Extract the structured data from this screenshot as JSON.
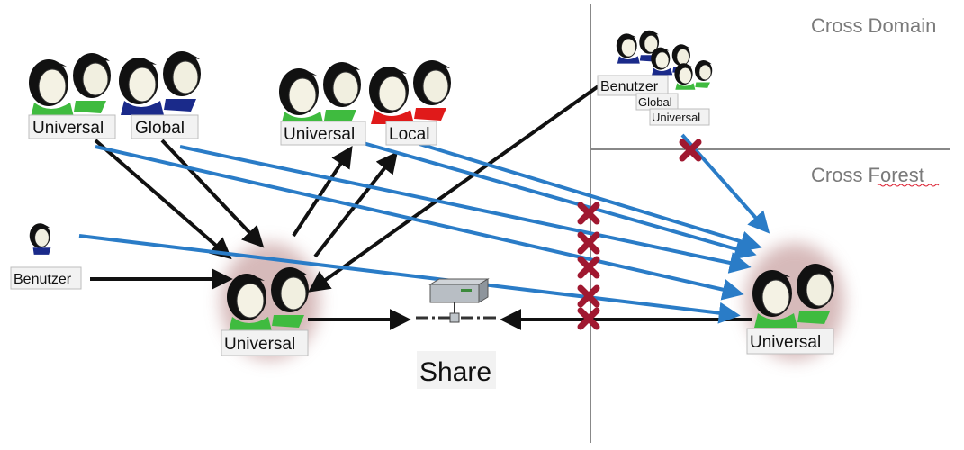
{
  "zones": {
    "cross_domain": "Cross Domain",
    "cross_forest": "Cross Forest"
  },
  "groups": {
    "universal_1": "Universal",
    "global_1": "Global",
    "universal_2": "Universal",
    "local": "Local",
    "benutzer_left": "Benutzer",
    "universal_center": "Universal",
    "benutzer_top_right": "Benutzer",
    "global_top_right": "Global",
    "universal_top_right": "Universal",
    "universal_right": "Universal"
  },
  "share": {
    "label": "Share"
  },
  "colors": {
    "arrow_black": "#111111",
    "arrow_blue": "#2a7cc7",
    "blocked_x": "#a01830",
    "glow": "#c9a3a3"
  }
}
